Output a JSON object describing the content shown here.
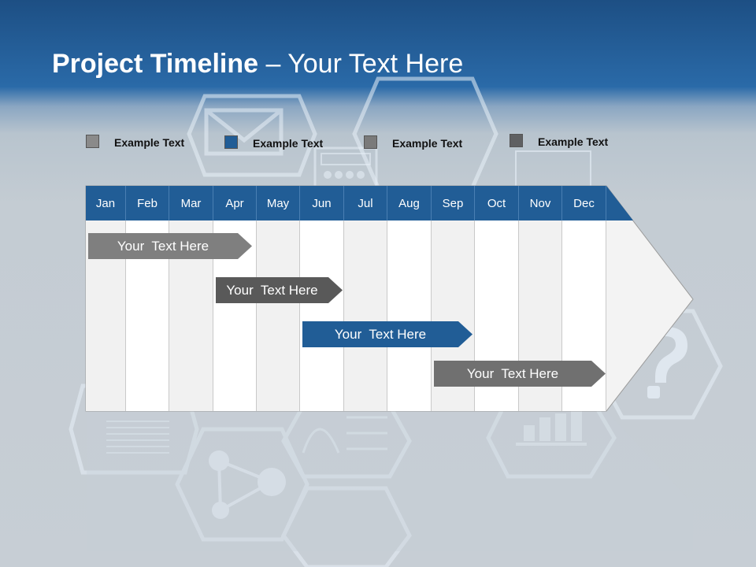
{
  "header": {
    "title_bold": "Project Timeline",
    "title_rest": " – Your Text Here"
  },
  "legend": [
    {
      "label": "Example Text",
      "color": "#8a8a8a"
    },
    {
      "label": "Example Text",
      "color": "#215d96"
    },
    {
      "label": "Example Text",
      "color": "#7a7a7a"
    },
    {
      "label": "Example Text",
      "color": "#5f6062"
    }
  ],
  "timeline": {
    "header_color": "#215d96",
    "months": [
      "Jan",
      "Feb",
      "Mar",
      "Apr",
      "May",
      "Jun",
      "Jul",
      "Aug",
      "Sep",
      "Oct",
      "Nov",
      "Dec"
    ],
    "bars": [
      {
        "label": "Your  Text Here",
        "color": "#7f7f7f"
      },
      {
        "label": "Your  Text Here",
        "color": "#595959"
      },
      {
        "label": "Your  Text Here",
        "color": "#215d96"
      },
      {
        "label": "Your  Text Here",
        "color": "#707070"
      }
    ]
  },
  "background_icons": [
    "mail-icon",
    "calculator-icon",
    "calendar-icon",
    "question-icon",
    "document-icon",
    "network-icon",
    "gauge-icon",
    "bar-chart-icon"
  ]
}
